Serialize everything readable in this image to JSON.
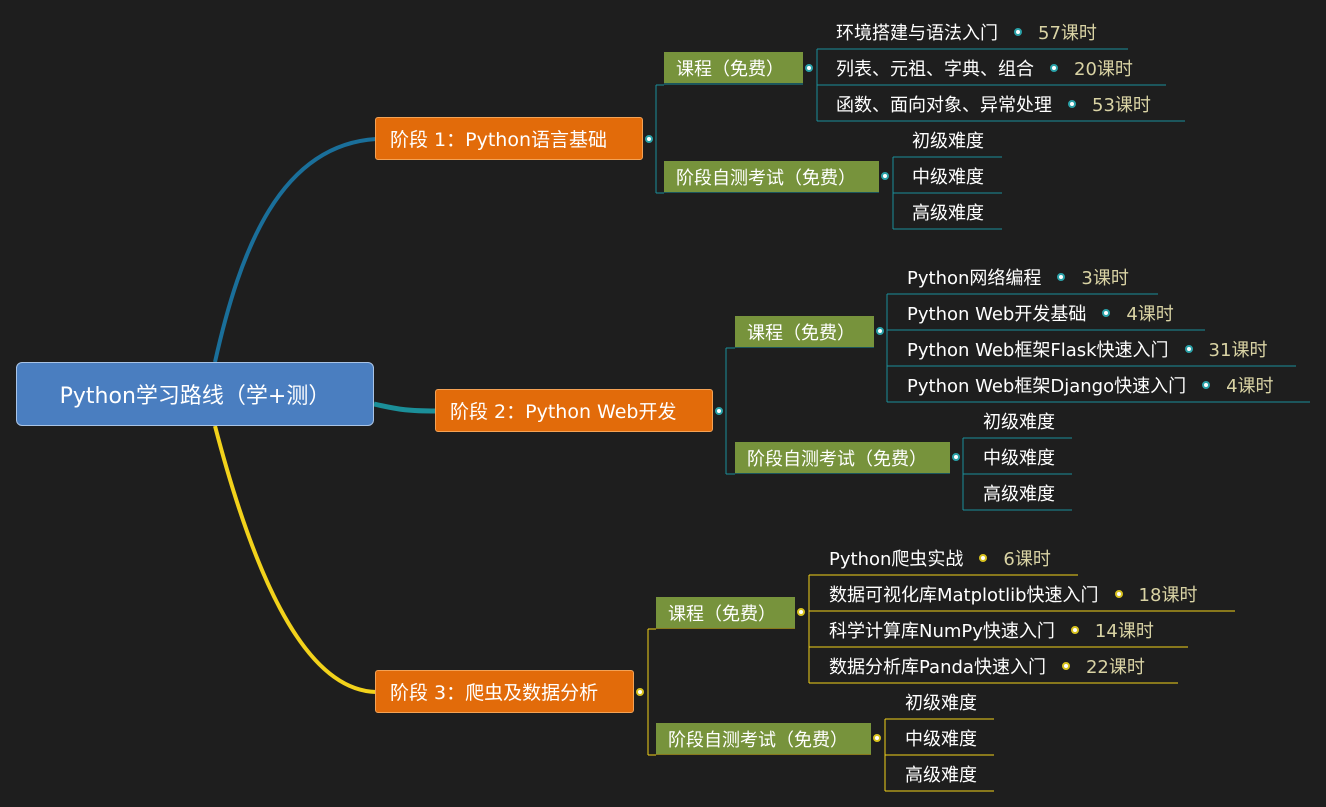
{
  "root": {
    "label": "Python学习路线（学+测）"
  },
  "colors": {
    "background": "#1e1e1e",
    "root": "#4a7ec0",
    "stage": "#e26b0a",
    "group": "#77933c",
    "line_teal": "#1b8f99",
    "line_blue": "#1a6f9a",
    "line_yellow": "#f2d21b",
    "hours_text": "#d9d3a4"
  },
  "stages": [
    {
      "label": "阶段 1：Python语言基础",
      "course": {
        "label": "课程（免费）",
        "items": [
          {
            "label": "环境搭建与语法入门",
            "hours": "57课时"
          },
          {
            "label": "列表、元祖、字典、组合",
            "hours": "20课时"
          },
          {
            "label": "函数、面向对象、异常处理",
            "hours": "53课时"
          }
        ]
      },
      "exam": {
        "label": "阶段自测考试（免费）",
        "levels": [
          "初级难度",
          "中级难度",
          "高级难度"
        ]
      }
    },
    {
      "label": "阶段 2：Python Web开发",
      "course": {
        "label": "课程（免费）",
        "items": [
          {
            "label": "Python网络编程",
            "hours": "3课时"
          },
          {
            "label": "Python Web开发基础",
            "hours": "4课时"
          },
          {
            "label": "Python Web框架Flask快速入门",
            "hours": "31课时"
          },
          {
            "label": "Python Web框架Django快速入门",
            "hours": "4课时"
          }
        ]
      },
      "exam": {
        "label": "阶段自测考试（免费）",
        "levels": [
          "初级难度",
          "中级难度",
          "高级难度"
        ]
      }
    },
    {
      "label": "阶段 3：爬虫及数据分析",
      "course": {
        "label": "课程（免费）",
        "items": [
          {
            "label": "Python爬虫实战",
            "hours": "6课时"
          },
          {
            "label": "数据可视化库Matplotlib快速入门",
            "hours": "18课时"
          },
          {
            "label": "科学计算库NumPy快速入门",
            "hours": "14课时"
          },
          {
            "label": "数据分析库Panda快速入门",
            "hours": "22课时"
          }
        ]
      },
      "exam": {
        "label": "阶段自测考试（免费）",
        "levels": [
          "初级难度",
          "中级难度",
          "高级难度"
        ]
      }
    }
  ]
}
